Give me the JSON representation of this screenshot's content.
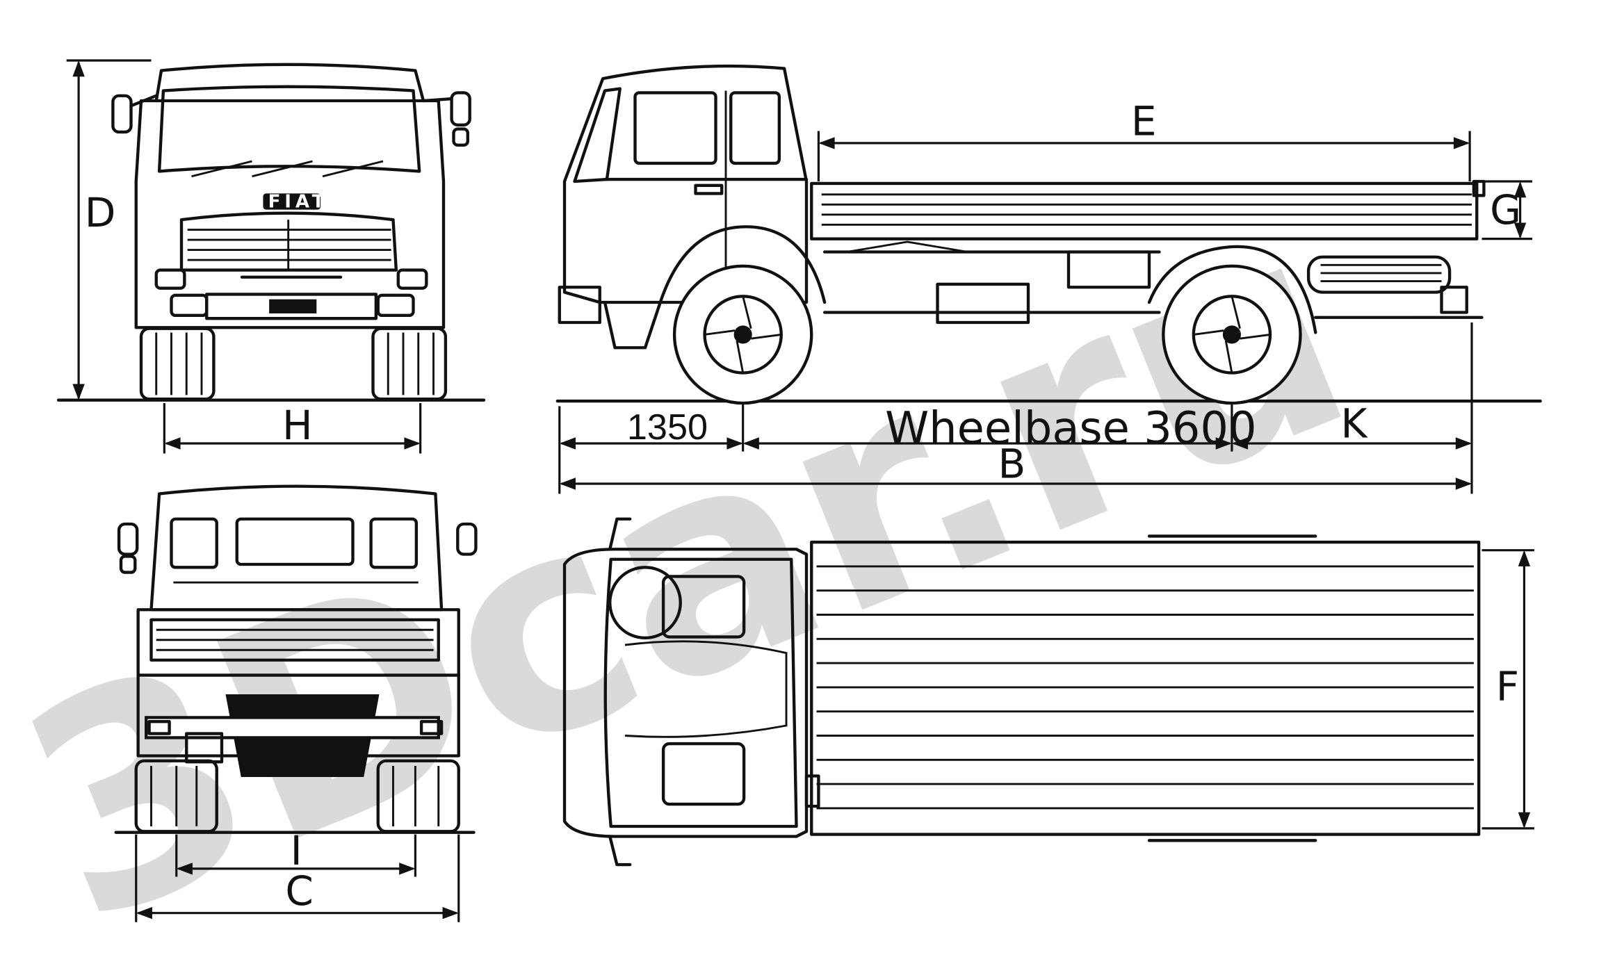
{
  "watermark": {
    "text": "3Dcar.ru"
  },
  "brand": {
    "logo": "FIAT"
  },
  "dimensions": {
    "front_overhang": "1350",
    "wheelbase": "Wheelbase 3600",
    "labels": {
      "A_height": "D",
      "E_bed_length": "E",
      "G_bed_height": "G",
      "H_front_track": "H",
      "K_rear_overhang": "K",
      "B_total_length": "B",
      "I_rear_track": "I",
      "C_total_width": "C",
      "F_bed_width": "F"
    }
  },
  "views": [
    "front-view",
    "side-view",
    "rear-view",
    "top-view"
  ]
}
